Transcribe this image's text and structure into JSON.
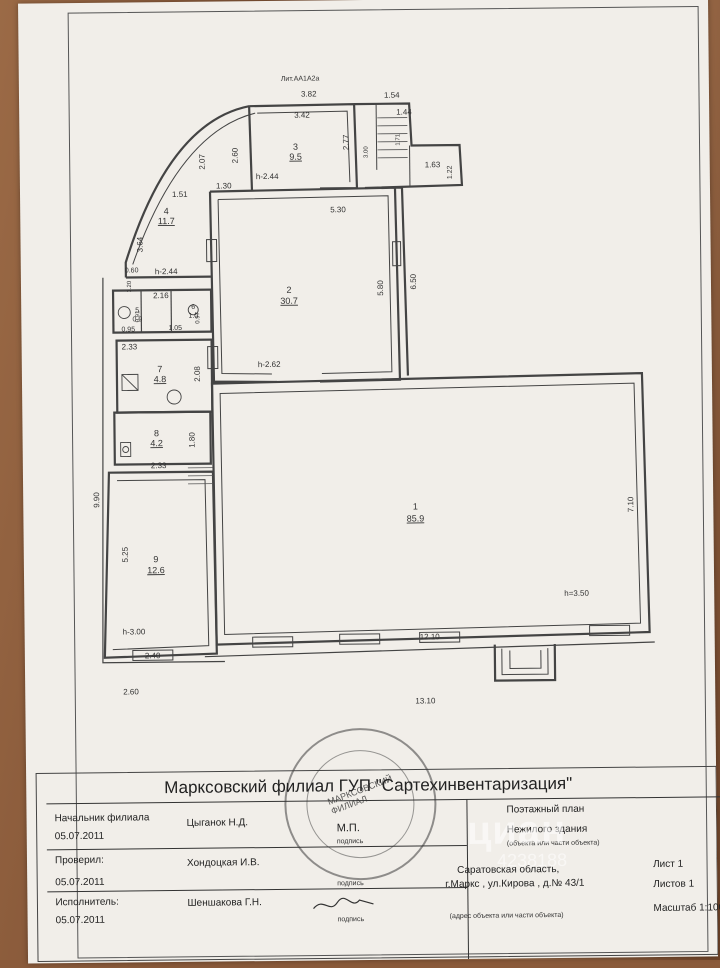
{
  "plan": {
    "header": "Лит.АА1А2а",
    "dims": {
      "top_outer": "3.82",
      "top_inner": "3.42",
      "stair_w": "1.54",
      "stair_sub": "1.44",
      "d_277": "2.77",
      "d_300": "3.00",
      "d_171": "1.71",
      "d_163": "1.63",
      "d_122": "1.22",
      "d_207": "2.07",
      "d_260": "2.60",
      "h_244a": "h-2.44",
      "d_151": "1.51",
      "d_130": "1.30",
      "d_530": "5.30",
      "d_650": "6.50",
      "d_364": "3.64",
      "d_580": "5.80",
      "d_060": "0.60",
      "h_244b": "h-2.44",
      "d_120": "1.20",
      "d_216": "2.16",
      "d_091": "0.91",
      "d_105": "1.05",
      "d_097": "0.97",
      "d_095": "0.95",
      "d_233a": "2.33",
      "d_208": "2.08",
      "h_262": "h-2.62",
      "d_180": "1.80",
      "d_233b": "2.33",
      "d_990": "9.90",
      "d_525": "5.25",
      "d_710": "7.10",
      "h_350": "h=3.50",
      "h_300": "h-3.00",
      "d_1210": "12.10",
      "d_240": "2.40",
      "d_260b": "2.60",
      "d_1310": "13.10"
    },
    "rooms": [
      {
        "num": "1",
        "area": "85.9"
      },
      {
        "num": "2",
        "area": "30.7"
      },
      {
        "num": "3",
        "area": "9.5"
      },
      {
        "num": "4",
        "area": "11.7"
      },
      {
        "num": "5",
        "area": "0.9"
      },
      {
        "num": "6",
        "area": "1.0"
      },
      {
        "num": "7",
        "area": "4.8"
      },
      {
        "num": "8",
        "area": "4.2"
      },
      {
        "num": "9",
        "area": "12.6"
      }
    ]
  },
  "titleblock": {
    "org": "Марксовский филиал ГУП \"Сартехинвентаризация\"",
    "rows": [
      {
        "role": "Начальник филиала",
        "date": "05.07.2011",
        "name": "Цыганок Н.Д."
      },
      {
        "role": "Проверил:",
        "date": "05.07.2011",
        "name": "Хондоцкая И.В."
      },
      {
        "role": "Исполнитель:",
        "date": "05.07.2011",
        "name": "Шеншакова Г.Н."
      }
    ],
    "mp": "М.П.",
    "sign": "подпись",
    "doc_type": "Поэтажный план",
    "object": "Нежилого здания",
    "object_note": "(объекта или части объекта)",
    "address1": "Саратовская область,",
    "address2": "г.Маркс , ул.Кирова , д.№ 43/1",
    "address_note": "(адрес объекта или части объекта)",
    "sheet": "Лист 1",
    "sheets": "Листов 1",
    "scale": "Масштаб 1:100"
  },
  "stamp_text": "МАРКСОВСКИЙ ФИЛИАЛ",
  "watermark": {
    "brand": "циан",
    "id": "4238188"
  }
}
